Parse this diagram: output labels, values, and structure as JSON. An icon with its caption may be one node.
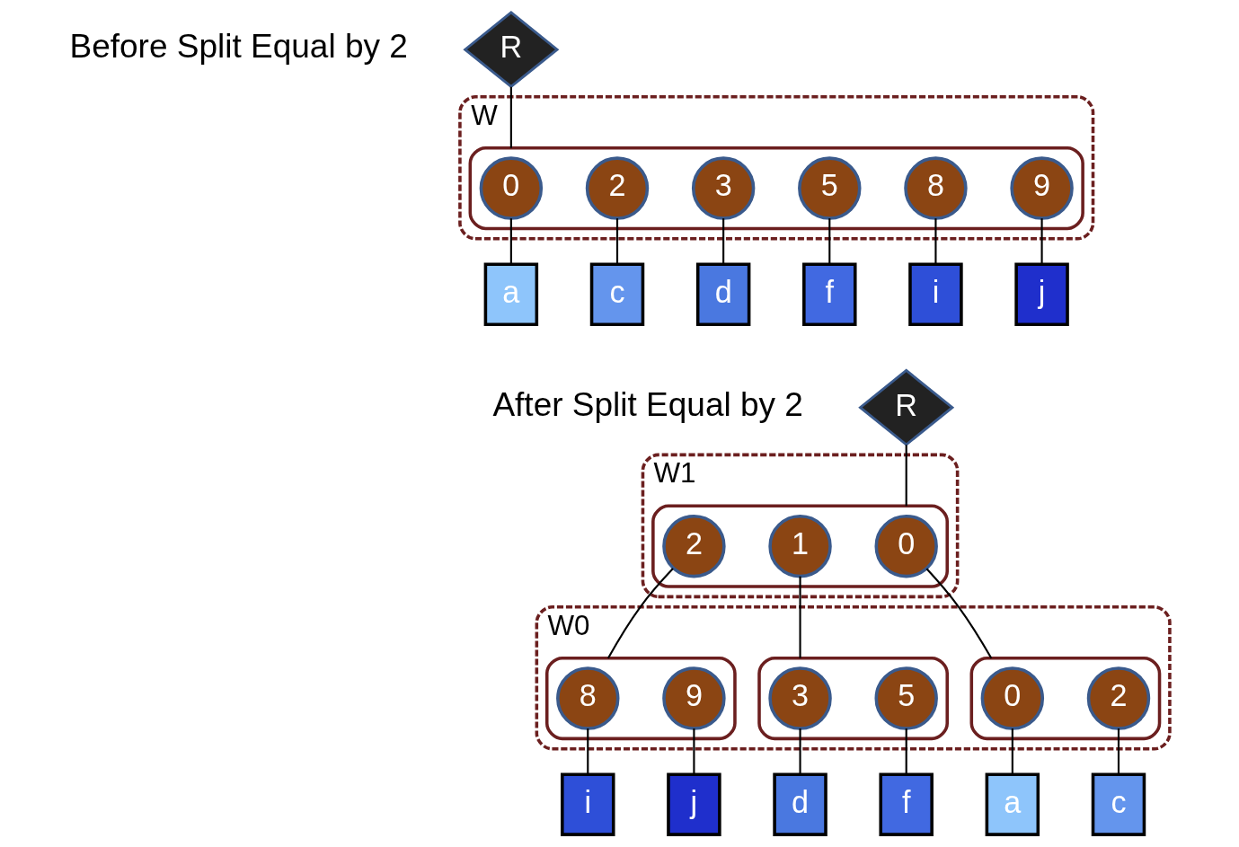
{
  "diagram": {
    "nodes": [
      {
        "text": [
          "R"
        ]
      },
      {
        "text": [
          "W"
        ]
      },
      {
        "text": [],
        "shape": "ellipse",
        "in": 1
      },
      {
        "text": [
          "0"
        ],
        "in": 2
      },
      {
        "text": [
          "2"
        ],
        "in": 2
      },
      {
        "text": [
          "3"
        ],
        "in": 2
      },
      {
        "text": [
          "5"
        ],
        "in": 2
      },
      {
        "text": [
          "8"
        ],
        "in": 2
      },
      {
        "text": [
          "9"
        ],
        "in": 2
      },
      {
        "text": [
          "a"
        ]
      },
      {
        "text": [
          "c"
        ]
      },
      {
        "text": [
          "d"
        ]
      },
      {
        "text": [
          "f"
        ]
      },
      {
        "text": [
          "i"
        ]
      },
      {
        "text": [
          "j"
        ]
      },
      {
        "text": [
          "R"
        ]
      },
      {
        "text": [
          "W1"
        ]
      },
      {
        "text": [],
        "shape": "ellipse",
        "in": 16
      },
      {
        "text": [
          "0"
        ],
        "in": 17
      },
      {
        "text": [
          "1"
        ],
        "in": 17
      },
      {
        "text": [
          "2"
        ],
        "in": 17
      },
      {
        "text": [
          "W0"
        ]
      },
      {
        "text": [],
        "shape": "ellipse",
        "in": 21
      },
      {
        "text": [
          "0"
        ],
        "in": 22
      },
      {
        "text": [
          "2"
        ],
        "in": 22
      },
      {
        "text": [],
        "shape": "ellipse",
        "in": 21
      },
      {
        "text": [
          "3"
        ],
        "in": 25
      },
      {
        "text": [
          "5"
        ],
        "in": 25
      },
      {
        "text": [],
        "shape": "ellipse",
        "in": 21
      },
      {
        "text": [
          "8"
        ],
        "in": 28
      },
      {
        "text": [
          "9"
        ],
        "in": 28
      },
      {
        "text": [
          "a"
        ]
      },
      {
        "text": [
          "c"
        ]
      },
      {
        "text": [
          "d"
        ]
      },
      {
        "text": [
          "f"
        ]
      },
      {
        "text": [
          "i"
        ]
      },
      {
        "text": [
          "j"
        ]
      }
    ],
    "edges": [
      {
        "from": 0,
        "to": 2,
        "arrow": "none"
      },
      {
        "from": 3,
        "to": 9,
        "arrow": "none"
      },
      {
        "from": 4,
        "to": 10,
        "arrow": "none"
      },
      {
        "from": 5,
        "to": 11,
        "arrow": "none"
      },
      {
        "from": 6,
        "to": 12,
        "arrow": "none"
      },
      {
        "from": 7,
        "to": 13,
        "arrow": "none"
      },
      {
        "from": 8,
        "to": 14,
        "arrow": "none"
      },
      {
        "from": 15,
        "to": 17,
        "arrow": "none"
      },
      {
        "from": 18,
        "to": 22,
        "arrow": "none"
      },
      {
        "from": 19,
        "to": 25,
        "arrow": "none"
      },
      {
        "from": 20,
        "to": 28,
        "arrow": "none"
      },
      {
        "from": 23,
        "to": 31,
        "arrow": "none"
      },
      {
        "from": 24,
        "to": 32,
        "arrow": "none"
      },
      {
        "from": 26,
        "to": 33,
        "arrow": "none"
      },
      {
        "from": 27,
        "to": 34,
        "arrow": "none"
      },
      {
        "from": 29,
        "to": 35,
        "arrow": "none"
      },
      {
        "from": 30,
        "to": 36,
        "arrow": "none"
      }
    ],
    "labels": [
      "Before Split Equal by 2",
      "After Split Equal by 2"
    ]
  }
}
